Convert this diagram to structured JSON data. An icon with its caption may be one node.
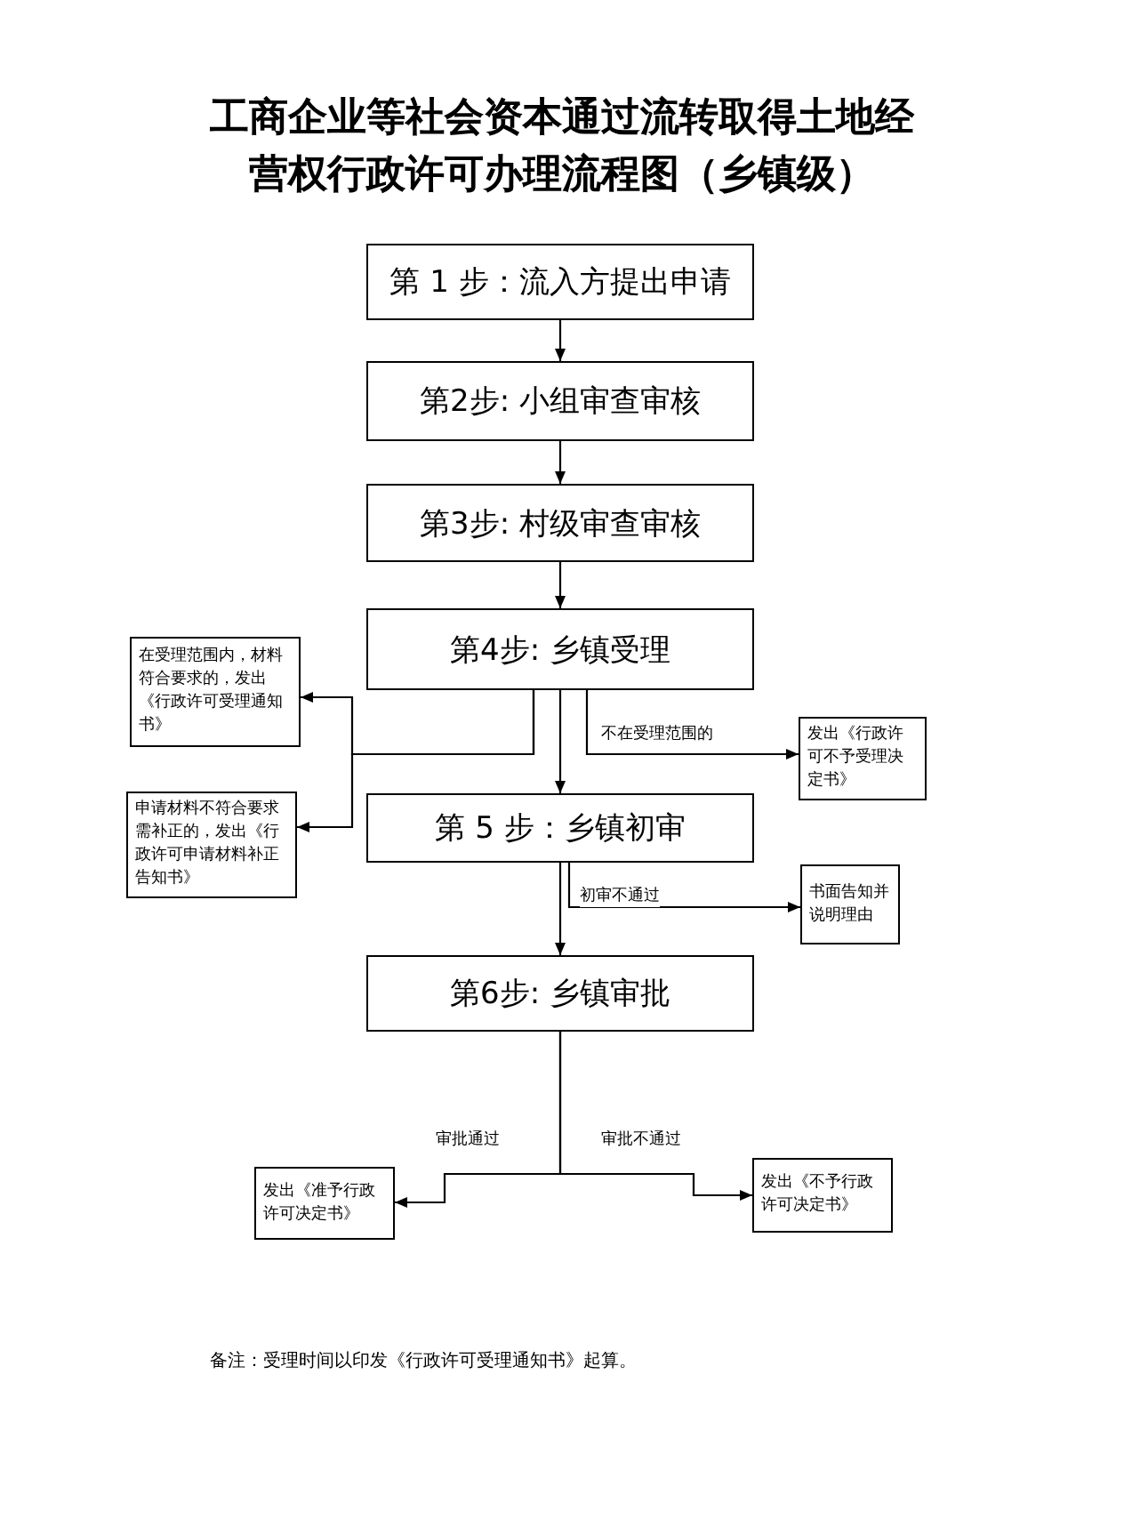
{
  "diagram": {
    "title": "工商企业等社会资本通过流转取得土地经营权行政许可办理流程图（乡镇级）",
    "nodes": [
      {
        "text": [
          "第 1 步：流入方提出申请"
        ]
      },
      {
        "text": [
          "第2步: 小组审查审核"
        ]
      },
      {
        "text": [
          "第3步: 村级审查审核"
        ]
      },
      {
        "text": [
          "第4步: 乡镇受理"
        ]
      },
      {
        "text": [
          "在受理范围内，材料符合要求的，发出《行政许可受理通知书》"
        ]
      },
      {
        "text": [
          "发出《行政许可不予受理决定书》"
        ]
      },
      {
        "text": [
          "申请材料不符合要求需补正的，发出《行政许可申请材料补正告知书》"
        ]
      },
      {
        "text": [
          "第 5 步：乡镇初审"
        ]
      },
      {
        "text": [
          "书面告知并说明理由"
        ]
      },
      {
        "text": [
          "第6步: 乡镇审批"
        ]
      },
      {
        "text": [
          "发出《准予行政许可决定书》"
        ]
      },
      {
        "text": [
          "发出《不予行政许可决定书》"
        ]
      }
    ],
    "edges": [
      {
        "from": 0,
        "to": 1,
        "arrow": "to"
      },
      {
        "from": 1,
        "to": 2,
        "arrow": "to"
      },
      {
        "from": 2,
        "to": 3,
        "arrow": "to"
      },
      {
        "from": 3,
        "to": 4,
        "arrow": "to"
      },
      {
        "from": 3,
        "to": 6,
        "arrow": "to"
      },
      {
        "from": 3,
        "to": 5,
        "label": "不在受理范围的",
        "arrow": "to"
      },
      {
        "from": 3,
        "to": 7,
        "arrow": "to"
      },
      {
        "from": 7,
        "to": 8,
        "label": "初审不通过",
        "arrow": "to"
      },
      {
        "from": 7,
        "to": 9,
        "arrow": "to"
      },
      {
        "from": 9,
        "to": 10,
        "label": "审批通过",
        "arrow": "to"
      },
      {
        "from": 9,
        "to": 11,
        "label": "审批不通过",
        "arrow": "to"
      }
    ],
    "labels": [
      "备注：受理时间以印发《行政许可受理通知书》起算。"
    ]
  }
}
